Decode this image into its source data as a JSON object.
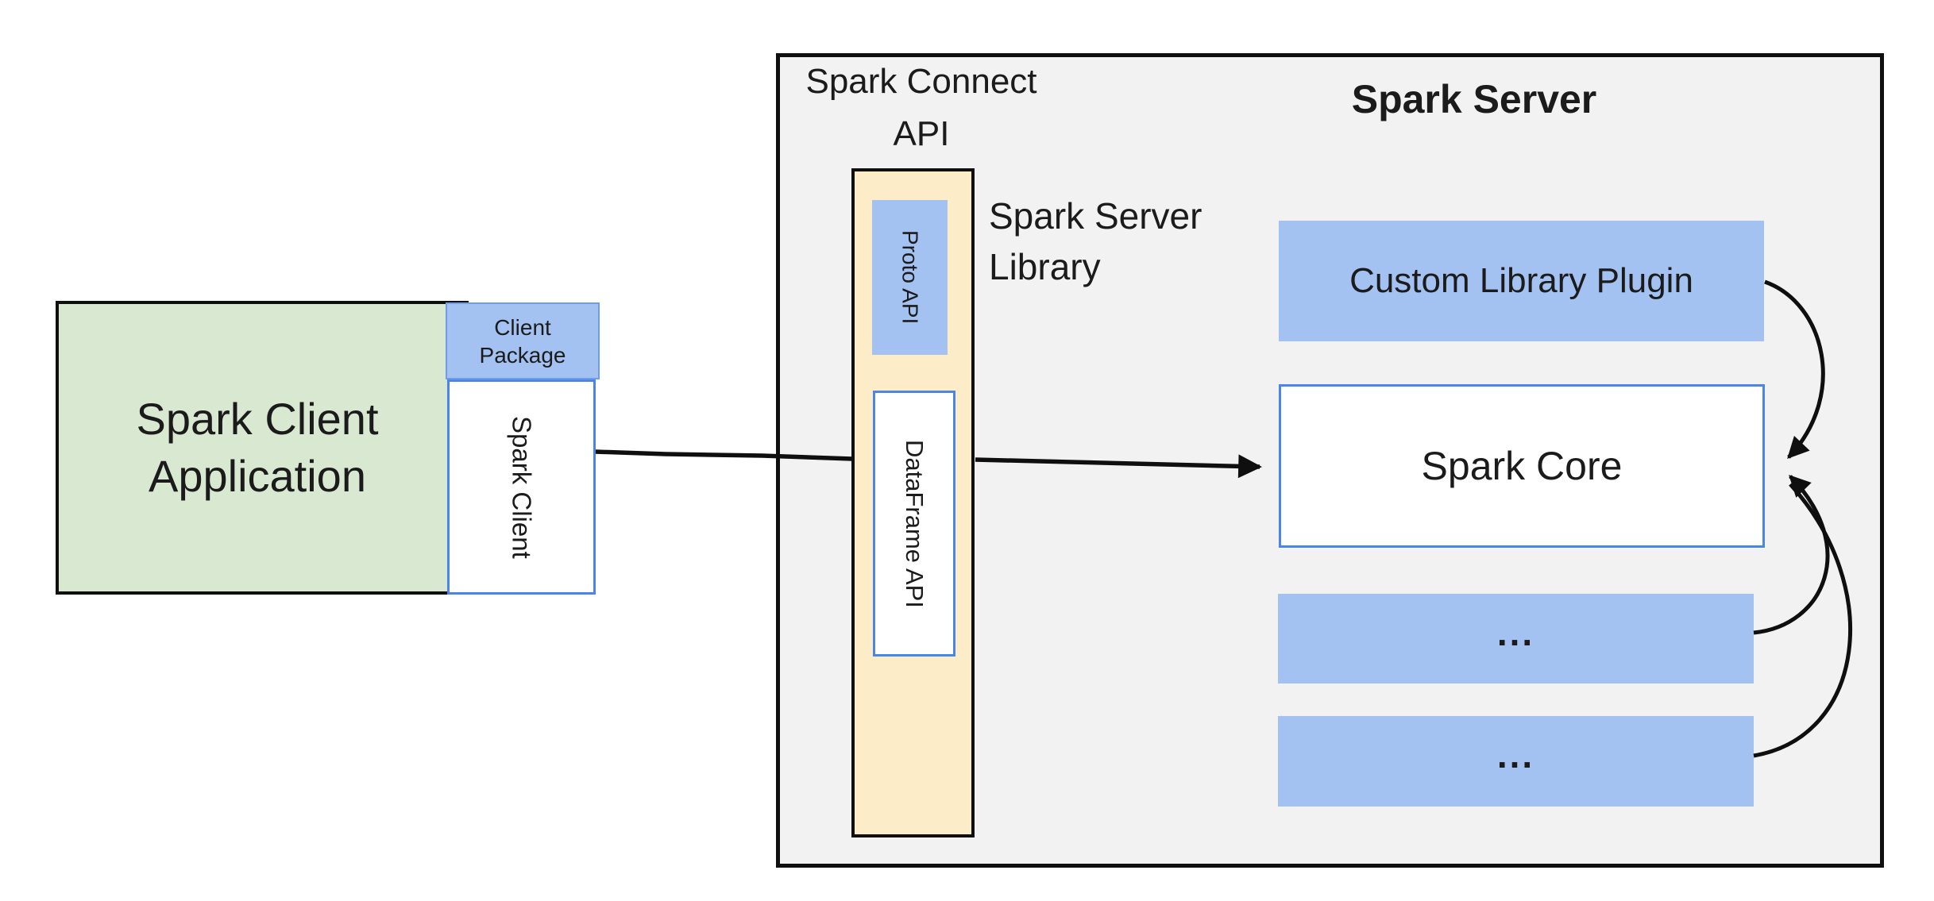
{
  "client": {
    "app_label": "Spark Client Application",
    "package_label": "Client Package",
    "spark_client_label": "Spark Client"
  },
  "connect": {
    "api_title": "Spark Connect API",
    "proto_label": "Proto API",
    "dataframe_label": "DataFrame API",
    "server_library_label": "Spark Server Library"
  },
  "server": {
    "title": "Spark Server",
    "plugin_label": "Custom Library Plugin",
    "core_label": "Spark Core",
    "ellipsis1": "...",
    "ellipsis2": "..."
  },
  "colors": {
    "green_fill": "#D9E8D1",
    "blue_fill": "#A3C2F2",
    "yellow_fill": "#FCECC7",
    "gray_fill": "#F2F2F2",
    "blue_border": "#4A86E8",
    "package_border": "#6D9EEB",
    "ink": "#0F0F0F",
    "text": "#1B1B1B"
  }
}
